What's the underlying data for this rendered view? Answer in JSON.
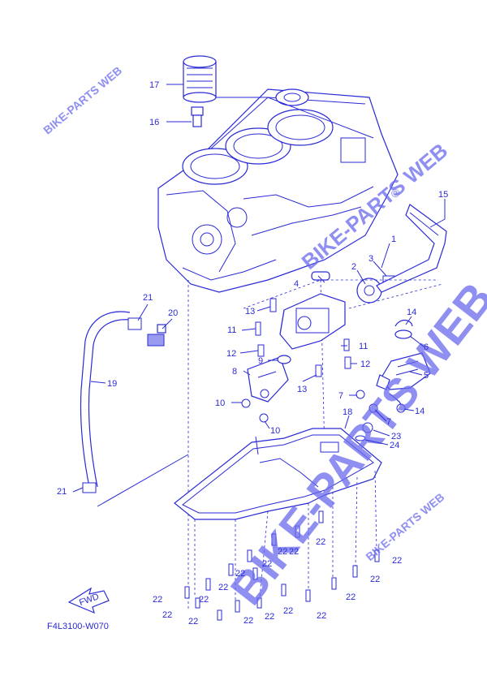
{
  "watermarks": {
    "large": "BIKE-PARTS WEB",
    "small_top_left": "BIKE-PARTS WEB",
    "small_bottom_right": "BIKE-PARTS WEB",
    "small_right": "BIKE-PARTS WEB",
    "copyright": "©"
  },
  "diagram_code": "F4L3100-W070",
  "fwd_label": "FWD",
  "callouts": {
    "c1": "1",
    "c2": "2",
    "c3": "3",
    "c4": "4",
    "c5": "5",
    "c6": "6",
    "c7a": "7",
    "c7b": "7",
    "c8": "8",
    "c9": "9",
    "c10a": "10",
    "c10b": "10",
    "c11a": "11",
    "c11b": "11",
    "c12a": "12",
    "c12b": "12",
    "c13a": "13",
    "c13b": "13",
    "c14a": "14",
    "c14b": "14",
    "c15": "15",
    "c16": "16",
    "c17": "17",
    "c18": "18",
    "c19": "19",
    "c20": "20",
    "c21a": "21",
    "c21b": "21",
    "c22a": "22",
    "c22b": "22",
    "c22c": "22",
    "c22d": "22",
    "c22e": "22",
    "c22f": "22",
    "c22g": "22",
    "c22h": "22",
    "c22i": "22",
    "c22j": "22",
    "c22k": "22",
    "c22l": "22",
    "c22m": "22",
    "c22n": "22",
    "c22o": "22",
    "c22p": "22",
    "c22q": "22",
    "c23": "23",
    "c24": "24"
  },
  "colors": {
    "line": "#2a2ad6",
    "watermark": "#6a6aee"
  }
}
